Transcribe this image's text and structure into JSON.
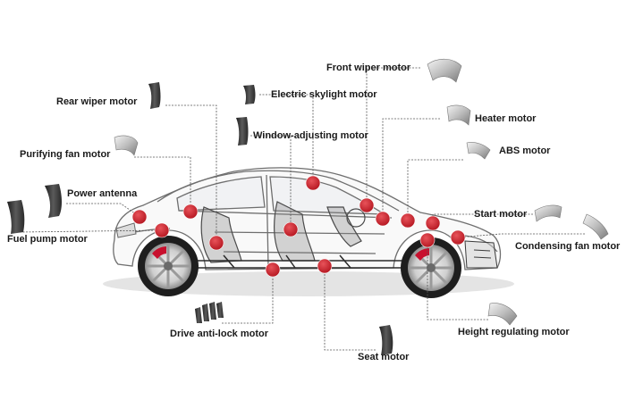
{
  "labels": {
    "front_wiper": "Front wiper motor",
    "rear_wiper": "Rear wiper motor",
    "electric_skylight": "Electric skylight motor",
    "heater": "Heater motor",
    "window_adjusting": "Window-adjusting motor",
    "abs": "ABS motor",
    "purifying_fan": "Purifying fan motor",
    "power_antenna": "Power antenna",
    "start": "Start motor",
    "fuel_pump": "Fuel pump motor",
    "condensing_fan": "Condensing fan motor",
    "drive_anti_lock": "Drive anti-lock motor",
    "height_regulating": "Height regulating motor",
    "seat": "Seat motor"
  },
  "colors": {
    "marker": "#c9262e",
    "leader_line": "#555555",
    "magnet_light": "#e9e9e9",
    "magnet_dark": "#3a3a3a",
    "caliper": "#c8102e"
  },
  "icons": {
    "magnet_segment": "arc-magnet-icon",
    "car": "transparent-sedan-illustration"
  }
}
